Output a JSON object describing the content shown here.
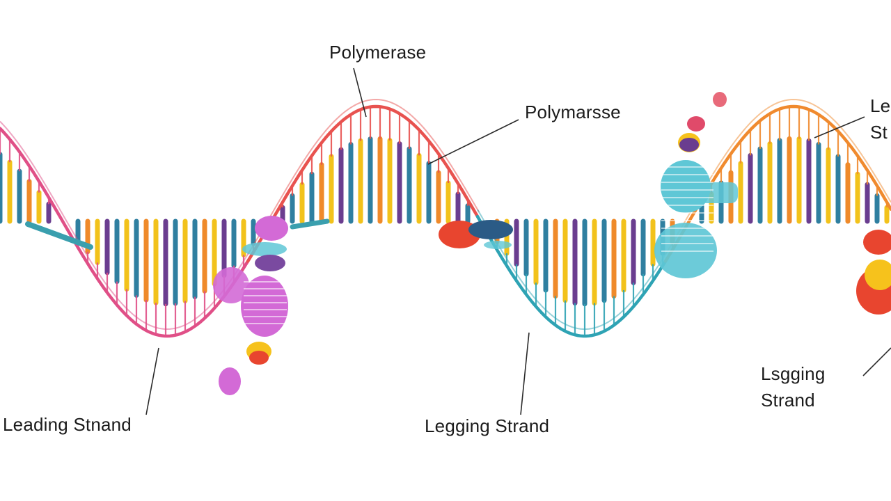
{
  "labels": {
    "polymerase_top": "Polymerase",
    "polymerase_mid": "Polymarsse",
    "leading_strand": "Leading Stnand",
    "lagging_strand_center": "Legging Strand",
    "lagging_strand_right_line1": "Lsgging",
    "lagging_strand_right_line2": "Strand",
    "cut_label_line1": "Le",
    "cut_label_line2": "St"
  },
  "colors": {
    "strand_red": "#e8524f",
    "strand_pink": "#e04f87",
    "strand_teal": "#2ea3b4",
    "strand_orange": "#f08a2e",
    "base_blue": "#2f7fa0",
    "base_yellow": "#f2c21b",
    "base_orange": "#ef8a2a",
    "base_purple": "#6a3d8f",
    "enzyme_magenta": "#d36ad6",
    "enzyme_cyan": "#5fc7d6",
    "enzyme_red": "#e8452f",
    "enzyme_navy": "#2b5b86",
    "enzyme_yellow": "#f6c21c",
    "leader_line": "#2a2a2a"
  }
}
